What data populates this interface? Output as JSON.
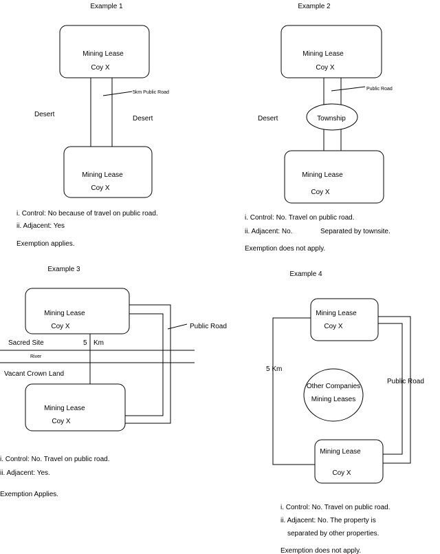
{
  "example1": {
    "title": "Example 1",
    "lease_top": {
      "line1": "Mining Lease",
      "line2": "Coy X"
    },
    "lease_bottom": {
      "line1": "Mining Lease",
      "line2": "Coy X"
    },
    "road_label": "5km Public Road",
    "desert_left": "Desert",
    "desert_right": "Desert",
    "notes": [
      "i. Control: No because of travel on public road.",
      "ii. Adjacent: Yes"
    ],
    "verdict": "Exemption applies."
  },
  "example2": {
    "title": "Example 2",
    "lease_top": {
      "line1": "Mining Lease",
      "line2": "Coy X"
    },
    "lease_bottom": {
      "line1": "Mining Lease",
      "line2": "Coy X"
    },
    "road_label": "Public Road",
    "township": "Township",
    "desert": "Desert",
    "notes": [
      "i. Control: No. Travel on public road.",
      "ii. Adjacent: No.",
      "Separated by townsite."
    ],
    "verdict": "Exemption does not apply."
  },
  "example3": {
    "title": "Example 3",
    "lease_top": {
      "line1": "Mining Lease",
      "line2": "Coy X"
    },
    "lease_bottom": {
      "line1": "Mining Lease",
      "line2": "Coy X"
    },
    "road_label": "Public Road",
    "sacred_site": "Sacred Site",
    "distance": "5",
    "distance_unit": "Km",
    "river": "River",
    "vacant_land": "Vacant Crown Land",
    "notes": [
      "i. Control: No. Travel on public road.",
      "ii. Adjacent: Yes."
    ],
    "verdict": "Exemption Applies."
  },
  "example4": {
    "title": "Example 4",
    "lease_top": {
      "line1": "Mining Lease",
      "line2": "Coy X"
    },
    "lease_bottom": {
      "line1": "Mining Lease",
      "line2": "Coy X"
    },
    "distance": "5 Km",
    "road_label": "Public Road",
    "other_companies": {
      "line1": "Other Companies",
      "line2": "Mining Leases"
    },
    "notes": [
      "i. Control: No. Travel on public road.",
      "ii. Adjacent: No. The property is",
      "separated by other properties."
    ],
    "verdict": "Exemption does not apply."
  }
}
